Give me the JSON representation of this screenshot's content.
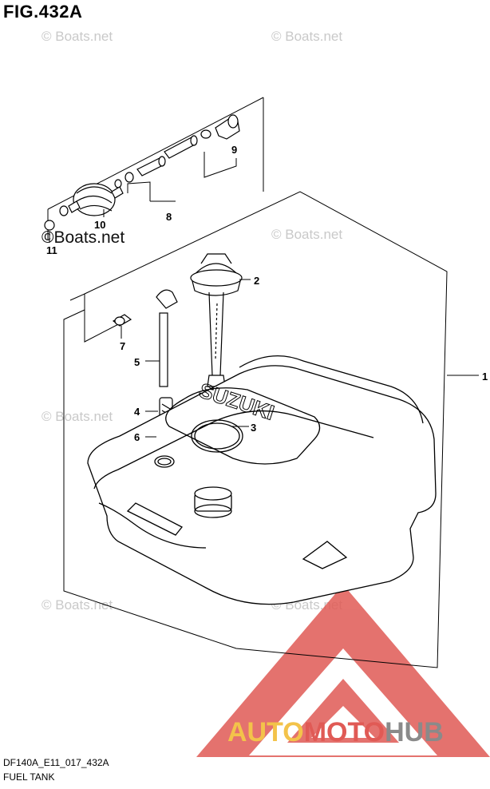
{
  "figure": {
    "title": "FIG.432A",
    "code": "DF140A_E11_017_432A",
    "caption": "FUEL TANK"
  },
  "watermark": {
    "text": "© Boats.net",
    "dark_text": "©Boats.net"
  },
  "brand": {
    "part1": "AUTO",
    "part2": "MOTO",
    "part3": "HUB",
    "colors": {
      "auto": "#f3c34a",
      "moto": "#e05a55",
      "hub": "#8a8a8a",
      "logo": "#e05a55"
    }
  },
  "tank": {
    "embossed_text": "SUZUKI"
  },
  "callouts": [
    {
      "id": "1",
      "label": "1",
      "part": "fuel-tank"
    },
    {
      "id": "2",
      "label": "2",
      "part": "fuel-gauge"
    },
    {
      "id": "3",
      "label": "3",
      "part": "o-ring-large"
    },
    {
      "id": "4",
      "label": "4",
      "part": "filter"
    },
    {
      "id": "5",
      "label": "5",
      "part": "suction-pipe"
    },
    {
      "id": "6",
      "label": "6",
      "part": "o-ring-small"
    },
    {
      "id": "7",
      "label": "7",
      "part": "connector"
    },
    {
      "id": "8",
      "label": "8",
      "part": "hose"
    },
    {
      "id": "9",
      "label": "9",
      "part": "connector-end"
    },
    {
      "id": "10",
      "label": "10",
      "part": "primer-bulb"
    },
    {
      "id": "11",
      "label": "11",
      "part": "clip"
    }
  ]
}
